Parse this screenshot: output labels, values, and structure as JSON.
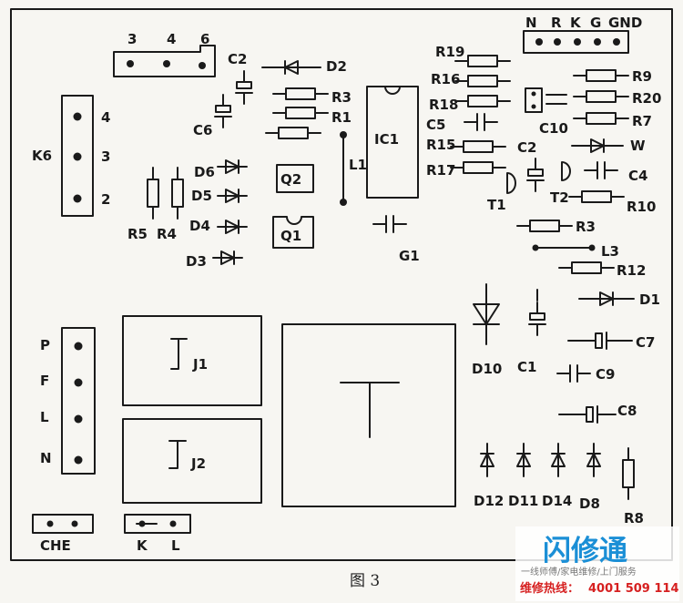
{
  "connectors": {
    "top_pins": [
      "3",
      "4",
      "6"
    ],
    "right_pins": [
      "N",
      "R",
      "K",
      "G",
      "GND"
    ],
    "k6_name": "K6",
    "k6_pins": [
      "4",
      "3",
      "2"
    ],
    "pfln_pins": [
      "P",
      "F",
      "L",
      "N"
    ],
    "che_name": "CHE",
    "kl_pins": [
      "K",
      "L"
    ]
  },
  "components": {
    "c2_top": "C2",
    "c6": "C6",
    "d2": "D2",
    "r3_top": "R3",
    "r1": "R1",
    "ic1": "IC1",
    "l1": "L1",
    "d6": "D6",
    "d5": "D5",
    "d4": "D4",
    "d3": "D3",
    "r5": "R5",
    "r4": "R4",
    "q2": "Q2",
    "q1": "Q1",
    "g1": "G1",
    "r19": "R19",
    "r16": "R16",
    "r18": "R18",
    "c5": "C5",
    "r15": "R15",
    "r17": "R17",
    "c2_mid": "C2",
    "c10": "C10",
    "t1": "T1",
    "t2": "T2",
    "r9": "R9",
    "r20": "R20",
    "r7": "R7",
    "w": "W",
    "c4": "C4",
    "r10": "R10",
    "r3_right": "R3",
    "l3": "L3",
    "r12": "R12",
    "d1": "D1",
    "j1": "J1",
    "j2": "J2",
    "t": "T",
    "d10": "D10",
    "c1": "C1",
    "c7": "C7",
    "c9": "C9",
    "c8": "C8",
    "d12": "D12",
    "d11": "D11",
    "d14": "D14",
    "d8": "D8",
    "r8": "R8"
  },
  "caption": "图 3",
  "watermark": {
    "brand": "闪修通",
    "tagline": "一线师傅/家电维修/上门服务",
    "hotline_label": "维修热线：",
    "hotline_number": "4001 509 114"
  },
  "colors": {
    "ink": "#1a1a1a",
    "paper": "#f7f6f2",
    "brand_blue": "#1b8fd6",
    "hotline_red": "#d62020"
  }
}
